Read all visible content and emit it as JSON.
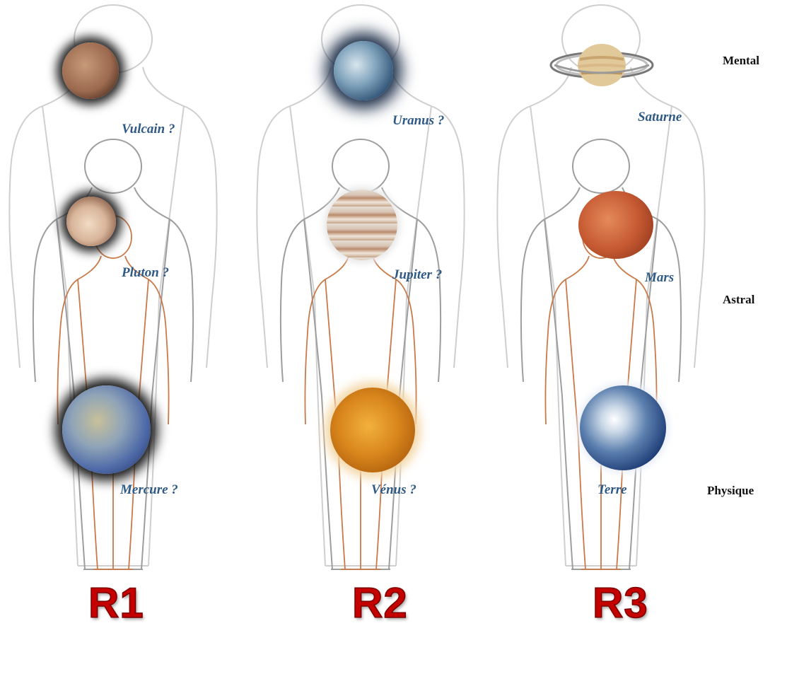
{
  "planes": {
    "mental": "Mental",
    "astral": "Astral",
    "physique": "Physique"
  },
  "columns": [
    {
      "rank": "R1",
      "planets": {
        "mental": "Vulcain ?",
        "astral": "Pluton ?",
        "physique": "Mercure ?"
      }
    },
    {
      "rank": "R2",
      "planets": {
        "mental": "Uranus ?",
        "astral": "Jupiter ?",
        "physique": "Vénus ?"
      }
    },
    {
      "rank": "R3",
      "planets": {
        "mental": "Saturne",
        "astral": "Mars",
        "physique": "Terre"
      }
    }
  ],
  "colors": {
    "label": "#2f5a86",
    "rank": "#c40000",
    "outer_body": "#c8c8c8",
    "middle_body": "#9a9a9a",
    "inner_body": "#c97a4a"
  }
}
